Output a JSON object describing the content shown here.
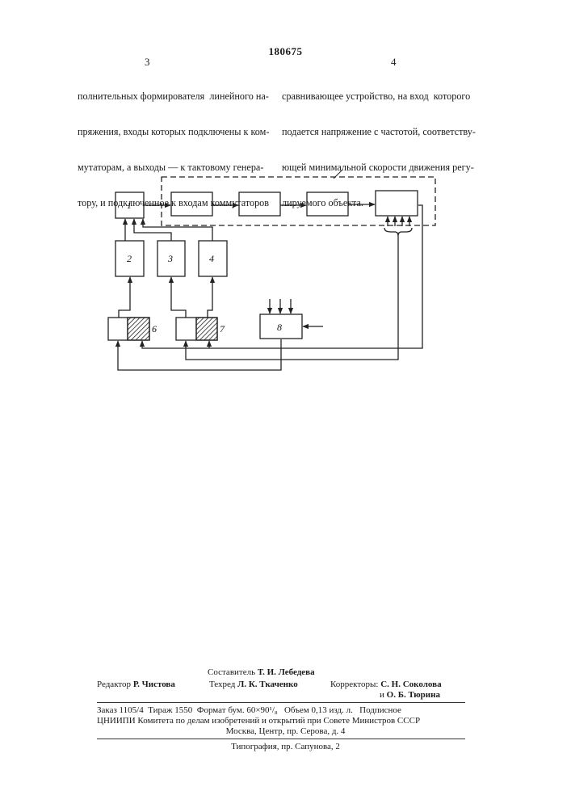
{
  "header": {
    "patent_number": "180675",
    "left_column_number": "3",
    "right_column_number": "4"
  },
  "left_column_lines": [
    "полнительных формирователя  линейного на-",
    "пряжения, входы которых подключены к ком-",
    "мутаторам, а выходы — к тактовому генера-",
    "тору, и подключенное к входам коммутаторов"
  ],
  "right_column_lines": [
    "сравнивающее устройство, на вход  которого",
    "подается напряжение с частотой, соответству-",
    "ющей минимальной скорости движения регу-",
    "лируемого объекта."
  ],
  "diagram": {
    "block_labels": [
      "1",
      "2",
      "3",
      "4",
      "6",
      "7",
      "8"
    ]
  },
  "footer": {
    "compiler_label": "Составитель",
    "compiler_name": "Т. И. Лебедева",
    "editor_label": "Редактор",
    "editor_name": "Р. Чистова",
    "techred_label": "Техред",
    "techred_name": "Л. К. Ткаченко",
    "correctors_label": "Корректоры:",
    "corrector_1": "С. Н. Соколова",
    "corrector_2_prefix": "и",
    "corrector_2": "О. Б. Тюрина",
    "order_line": "Заказ 1105/4  Тираж 1550  Формат бум. 60×90¹/₈   Объем 0,13 изд. л.   Подписное",
    "org_line": "ЦНИИПИ Комитета по делам изобретений и открытий при Совете Министров СССР",
    "address_line": "Москва, Центр, пр. Серова, д. 4",
    "printing_line": "Типография, пр. Сапунова, 2"
  }
}
